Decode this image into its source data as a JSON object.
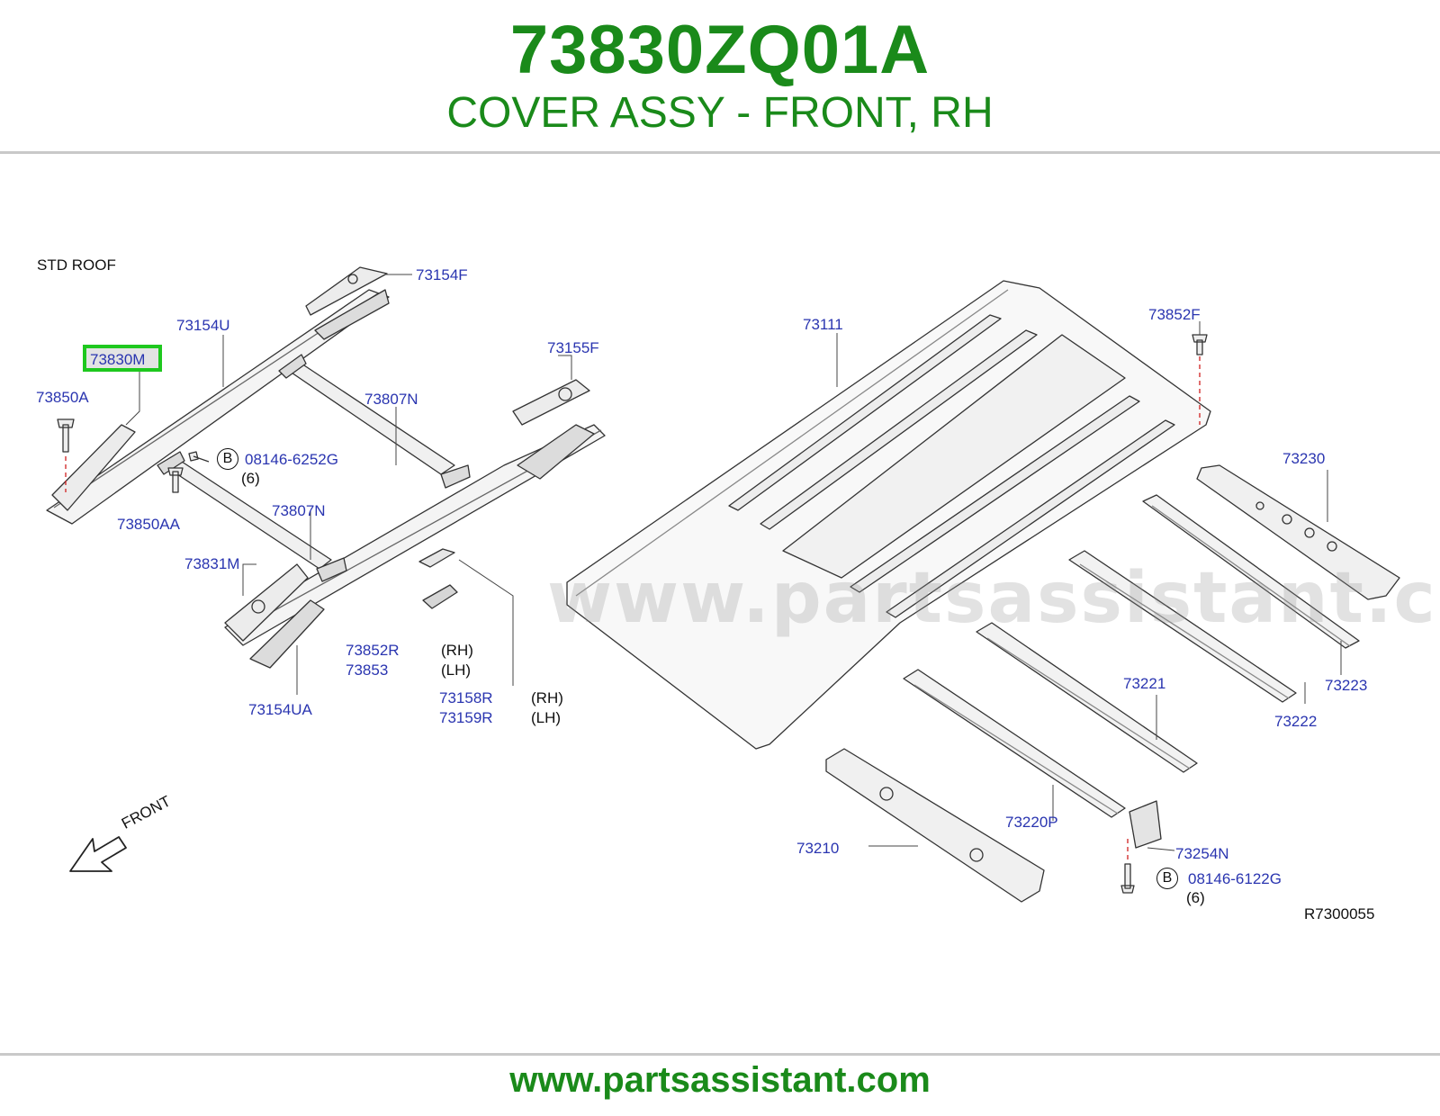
{
  "header": {
    "part_number": "73830ZQ01A",
    "description": "COVER ASSY - FRONT, RH"
  },
  "footer": {
    "url": "www.partsassistant.com"
  },
  "diagram": {
    "caption": "STD   ROOF",
    "reference_code": "R7300055",
    "watermark": "www.partsassistant.com",
    "front_label": "FRONT",
    "highlighted_part": "73830M",
    "colors": {
      "title_green": "#1a8a1a",
      "label_blue": "#2a35b0",
      "highlight_green": "#1ec81e"
    },
    "labels": {
      "p73154F": "73154F",
      "p73154U": "73154U",
      "p73850A": "73850A",
      "p73155F": "73155F",
      "p73807N_upper": "73807N",
      "p08146_6252G": "08146-6252G",
      "qty_6_upper": "(6)",
      "p73850AA": "73850AA",
      "p73807N_lower": "73807N",
      "p73831M": "73831M",
      "p73852R": "73852R",
      "p73853": "73853",
      "rh_1": "(RH)",
      "lh_1": "(LH)",
      "p73154UA": "73154UA",
      "p73158R": "73158R",
      "p73159R": "73159R",
      "rh_2": "(RH)",
      "lh_2": "(LH)",
      "p73111": "73111",
      "p73852F": "73852F",
      "p73230": "73230",
      "p73221": "73221",
      "p73223": "73223",
      "p73222": "73222",
      "p73220P": "73220P",
      "p73210": "73210",
      "p73254N": "73254N",
      "p08146_6122G": "08146-6122G",
      "qty_6_lower": "(6)",
      "callout_b": "B"
    }
  }
}
